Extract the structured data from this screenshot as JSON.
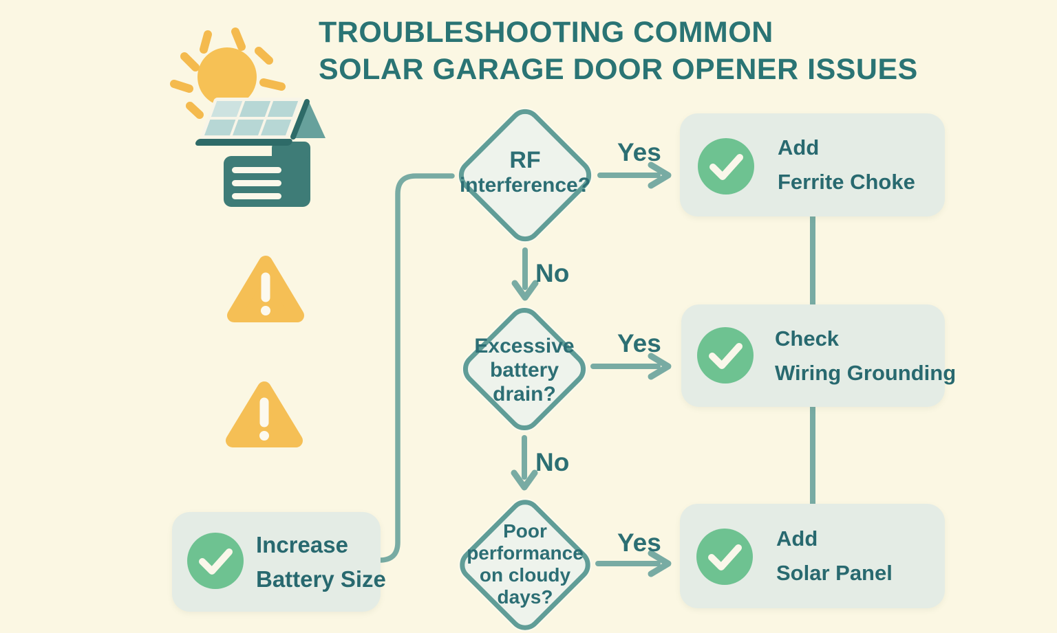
{
  "title": {
    "line1": "TROUBLESHOOTING COMMON",
    "line2": "SOLAR GARAGE DOOR OPENER ISSUES"
  },
  "colors": {
    "background": "#fbf7e3",
    "title_text": "#2a7474",
    "body_text": "#2c6e74",
    "connector_teal": "#78aba3",
    "diamond_border": "#609d97",
    "diamond_fill": "#eef3ec",
    "solution_box_bg": "#e4ece5",
    "check_green": "#6ec291",
    "warning_yellow": "#f5bf55",
    "garage_teal": "#3e7c77",
    "panel_cell_blue": "#b7d7d5",
    "sun_yellow": "#f6c155"
  },
  "icons": {
    "header_icon": "sun-solar-garage-icon",
    "warning_icon": "warning-triangle-icon",
    "solution_icon": "check-circle-icon",
    "arrow_icon": "arrow-right-icon"
  },
  "flowchart": {
    "decisions": [
      {
        "lines": [
          "RF",
          "interference?"
        ]
      },
      {
        "lines": [
          "Excessive",
          "battery",
          "drain?"
        ]
      },
      {
        "lines": [
          "Poor",
          "performance",
          "on cloudy",
          "days?"
        ]
      }
    ],
    "edges": [
      {
        "label": "Yes"
      },
      {
        "label": "No"
      },
      {
        "label": "Yes"
      },
      {
        "label": "No"
      },
      {
        "label": "Yes"
      }
    ],
    "solutions": [
      {
        "line1": "Add",
        "line2": "Ferrite Choke"
      },
      {
        "line1": "Check",
        "line2": "Wiring Grounding"
      },
      {
        "line1": "Add",
        "line2": "Solar Panel"
      },
      {
        "line1": "Increase",
        "line2": "Battery Size"
      }
    ]
  }
}
